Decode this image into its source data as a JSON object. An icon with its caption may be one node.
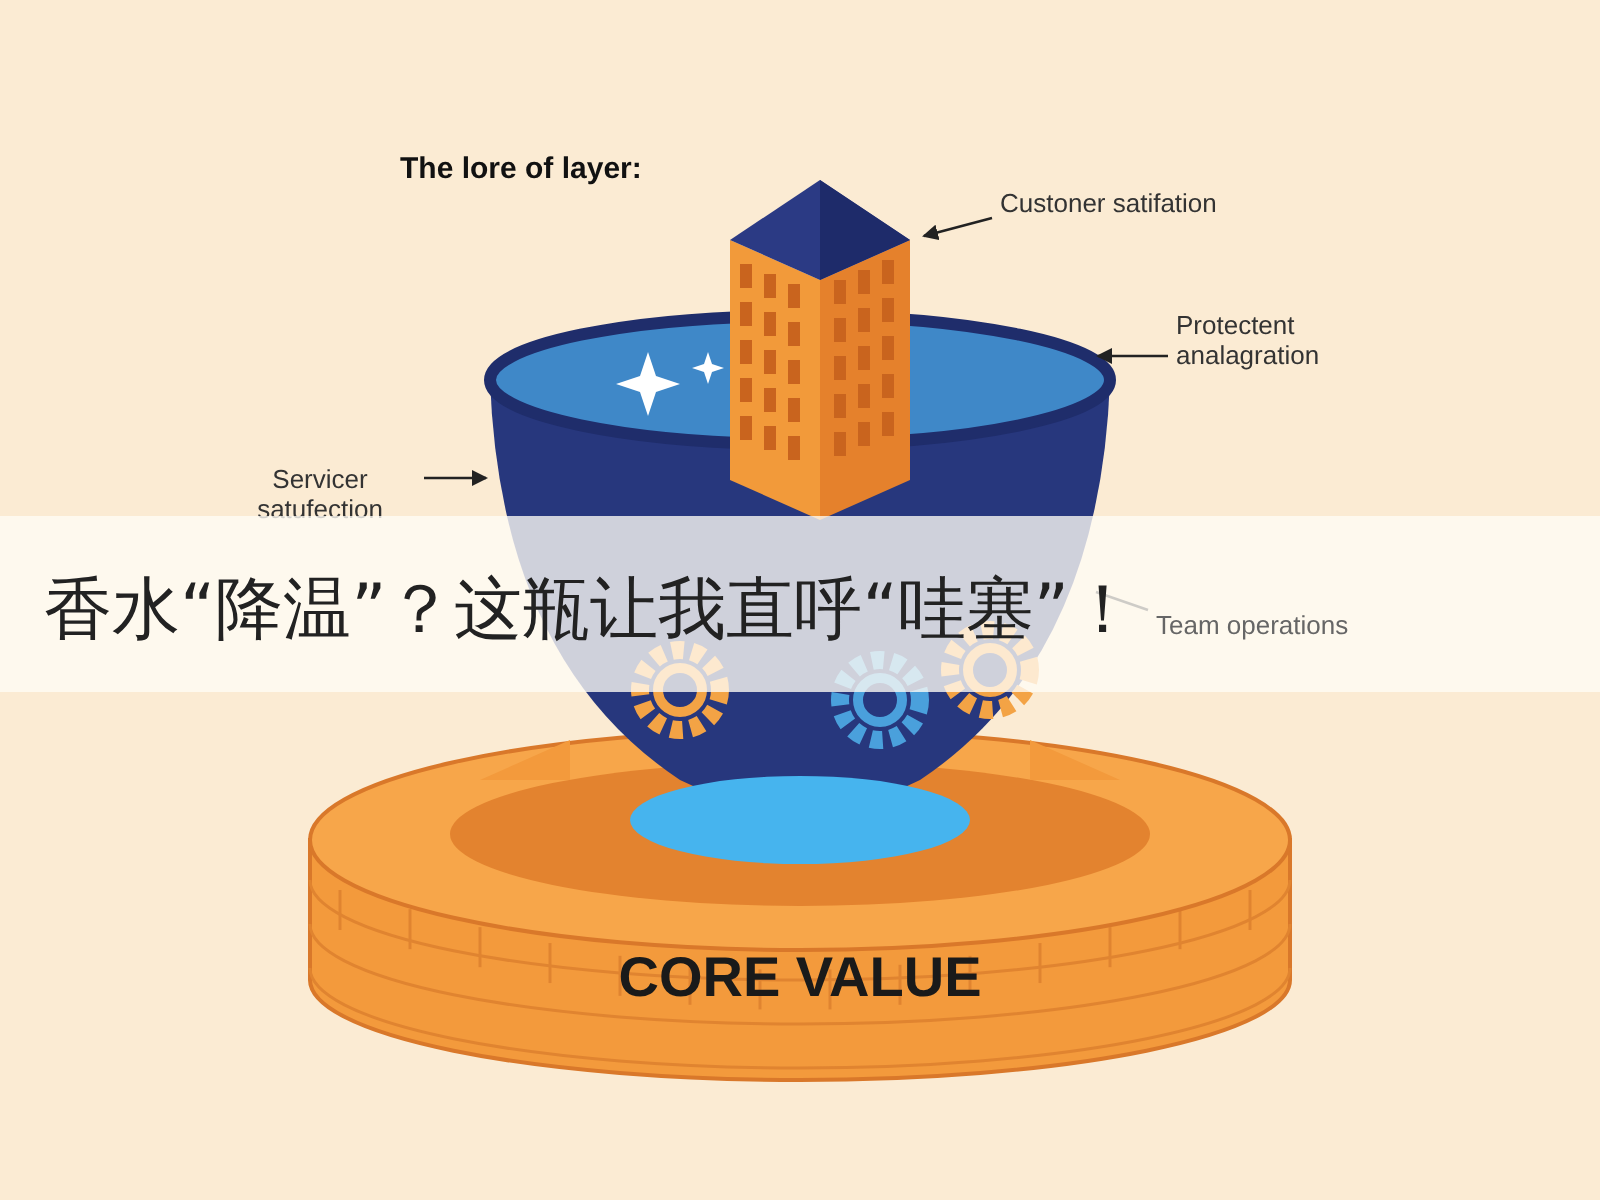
{
  "diagram": {
    "title": "The lore of layer:",
    "nodes": [
      {
        "text": [
          "Custoner satifation"
        ]
      },
      {
        "text": [],
        "shape": "picture"
      },
      {
        "text": [
          "Protectent analagration"
        ]
      },
      {
        "text": [
          "Servicer satufection"
        ]
      },
      {
        "text": [],
        "shape": "picture"
      },
      {
        "text": [
          "Team operations"
        ]
      },
      {
        "text": [
          "CORE VALUE"
        ]
      }
    ],
    "edges": [
      {
        "from": 0,
        "to": 1,
        "arrow": "to"
      },
      {
        "from": 2,
        "to": 4,
        "arrow": "to"
      },
      {
        "from": 3,
        "to": 4,
        "arrow": "to"
      },
      {
        "from": 5,
        "to": 4,
        "arrow": "none"
      }
    ],
    "labels": [
      "香水“降温”？这瓶让我直呼“哇塞”！"
    ]
  }
}
